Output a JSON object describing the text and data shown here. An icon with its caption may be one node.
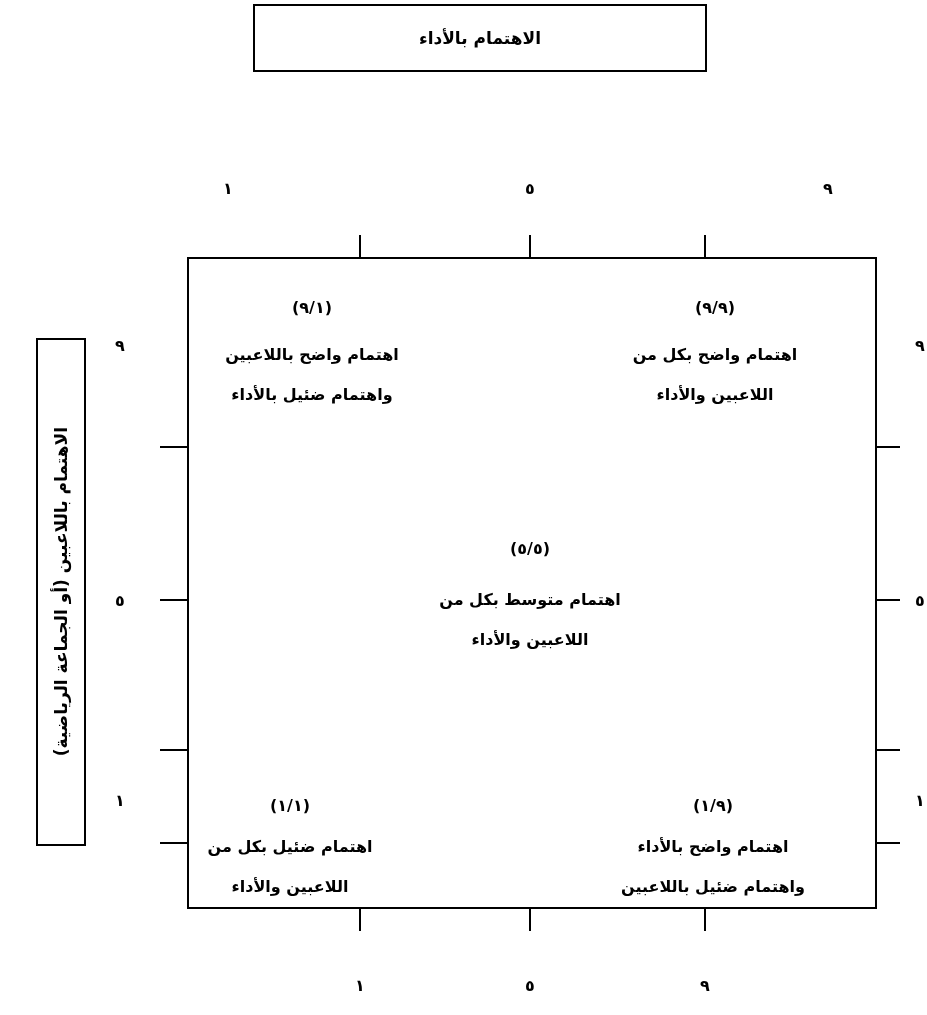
{
  "diagram": {
    "nodes": [
      {
        "text": [
          "الاهتمام بالأداء"
        ]
      },
      {
        "text": [
          "الاهتمام باللاعبين (أو الجماعة الرياضية)"
        ]
      }
    ],
    "labels": [
      "١",
      "٥",
      "٩",
      "٩",
      "(٩/١)",
      "(٩/٩)",
      "٩",
      "اهتمام واضح باللاعبين واهتمام ضئيل بالأداء",
      "اهتمام واضح بكل من اللاعبين والأداء",
      "(٥/٥)",
      "٥",
      "اهتمام متوسط بكل من اللاعبين والأداء",
      "٥",
      "١",
      "(١/١)",
      "(١/٩)",
      "١",
      "اهتمام ضئيل بكل من اللاعبين والأداء",
      "اهتمام واضح بالأداء واهتمام ضئيل باللاعبين",
      "١",
      "٥",
      "٩"
    ]
  }
}
